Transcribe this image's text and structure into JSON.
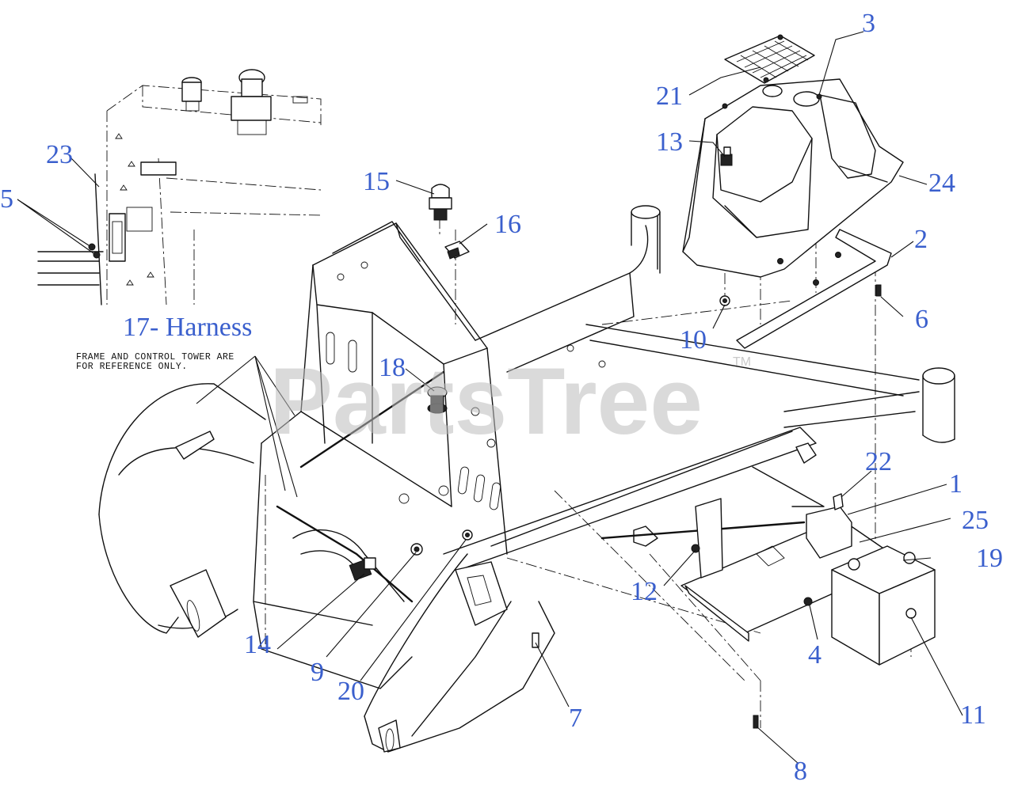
{
  "diagram": {
    "harness_label": "17- Harness",
    "reference_note": [
      "FRAME AND CONTROL TOWER ARE",
      "FOR REFERENCE ONLY."
    ],
    "watermark": "PartsTree",
    "trademark": "TM",
    "callout_color": "#3a5fcd",
    "callouts": [
      "1",
      "2",
      "3",
      "4",
      "5",
      "6",
      "7",
      "8",
      "9",
      "10",
      "11",
      "12",
      "13",
      "14",
      "15",
      "16",
      "18",
      "19",
      "20",
      "21",
      "22",
      "23",
      "24",
      "25"
    ]
  }
}
